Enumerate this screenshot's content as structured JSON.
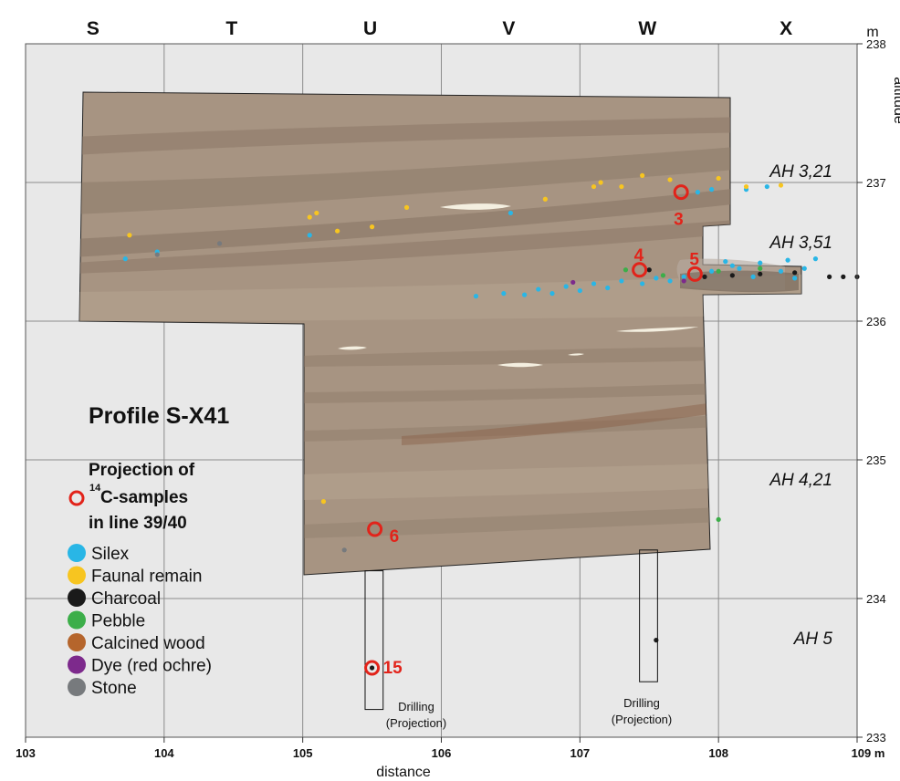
{
  "title": "Profile S-X41",
  "projection": {
    "line1": "Projection of",
    "sup": "14",
    "line2": "C-samples",
    "line3": "in line 39/40",
    "marker_color": "#e2231a"
  },
  "axes": {
    "x_label": "distance",
    "y_label": "altitude",
    "x_unit": "m",
    "y_unit": "m",
    "x_range": [
      103,
      109
    ],
    "y_range": [
      233,
      238
    ],
    "x_ticks": [
      "103",
      "104",
      "105",
      "106",
      "107",
      "108",
      "109 m"
    ],
    "y_ticks": [
      "233",
      "234",
      "235",
      "236",
      "237",
      "238"
    ],
    "grid": true
  },
  "columns": [
    "S",
    "T",
    "U",
    "V",
    "W",
    "X"
  ],
  "layers": [
    "AH 3,21",
    "AH 3,51",
    "AH 4,21",
    "AH 5"
  ],
  "legend": [
    {
      "label": "Silex",
      "color": "#29b6e6"
    },
    {
      "label": "Faunal remain",
      "color": "#f7c520"
    },
    {
      "label": "Charcoal",
      "color": "#1a1a1a"
    },
    {
      "label": "Pebble",
      "color": "#3cae49"
    },
    {
      "label": "Calcined wood",
      "color": "#b5652c"
    },
    {
      "label": "Dye (red ochre)",
      "color": "#7d2a8c"
    },
    {
      "label": "Stone",
      "color": "#777a7d"
    }
  ],
  "drillings": [
    {
      "label1": "Drilling",
      "label2": "(Projection)"
    },
    {
      "label1": "Drilling",
      "label2": "(Projection)"
    }
  ],
  "samples": [
    {
      "id": "3",
      "x": 107.73,
      "y": 236.93
    },
    {
      "id": "4",
      "x": 107.43,
      "y": 236.37
    },
    {
      "id": "5",
      "x": 107.83,
      "y": 236.34
    },
    {
      "id": "6",
      "x": 105.52,
      "y": 234.5
    },
    {
      "id": "15",
      "x": 105.5,
      "y": 233.5
    }
  ],
  "colors": {
    "sediment": "#a79482",
    "band_dark": "#8d7a69",
    "band_light": "#bfae9c",
    "background": "#e8e8e8",
    "grid": "#8c8c8c"
  },
  "finds": {
    "silex": [
      [
        103.72,
        236.45
      ],
      [
        103.95,
        236.5
      ],
      [
        105.05,
        236.62
      ],
      [
        106.5,
        236.78
      ],
      [
        106.25,
        236.18
      ],
      [
        106.45,
        236.2
      ],
      [
        106.7,
        236.23
      ],
      [
        106.9,
        236.25
      ],
      [
        107.1,
        236.27
      ],
      [
        107.3,
        236.29
      ],
      [
        107.55,
        236.31
      ],
      [
        107.75,
        236.32
      ],
      [
        107.95,
        236.36
      ],
      [
        108.1,
        236.4
      ],
      [
        108.3,
        236.42
      ],
      [
        108.5,
        236.44
      ],
      [
        108.7,
        236.45
      ],
      [
        107.85,
        236.93
      ],
      [
        107.95,
        236.95
      ],
      [
        108.2,
        236.95
      ],
      [
        108.35,
        236.97
      ],
      [
        108.05,
        236.43
      ],
      [
        108.15,
        236.38
      ],
      [
        108.25,
        236.32
      ],
      [
        108.45,
        236.36
      ],
      [
        108.55,
        236.31
      ],
      [
        108.62,
        236.38
      ],
      [
        107.65,
        236.29
      ],
      [
        107.45,
        236.27
      ],
      [
        107.2,
        236.24
      ],
      [
        107.0,
        236.22
      ],
      [
        106.8,
        236.2
      ],
      [
        106.6,
        236.19
      ]
    ],
    "faunal": [
      [
        103.75,
        236.62
      ],
      [
        105.05,
        236.75
      ],
      [
        105.1,
        236.78
      ],
      [
        105.25,
        236.65
      ],
      [
        105.5,
        236.68
      ],
      [
        105.75,
        236.82
      ],
      [
        106.75,
        236.88
      ],
      [
        107.1,
        236.97
      ],
      [
        107.15,
        237.0
      ],
      [
        107.3,
        236.97
      ],
      [
        107.45,
        237.05
      ],
      [
        107.65,
        237.02
      ],
      [
        108.0,
        237.03
      ],
      [
        108.2,
        236.97
      ],
      [
        108.45,
        236.98
      ],
      [
        105.15,
        234.7
      ]
    ],
    "charcoal": [
      [
        107.5,
        236.37
      ],
      [
        107.9,
        236.32
      ],
      [
        108.1,
        236.33
      ],
      [
        108.3,
        236.34
      ],
      [
        108.55,
        236.35
      ],
      [
        108.8,
        236.32
      ],
      [
        108.9,
        236.32
      ],
      [
        109.0,
        236.32
      ],
      [
        105.5,
        233.5
      ],
      [
        107.55,
        233.7
      ]
    ],
    "pebble": [
      [
        107.33,
        236.37
      ],
      [
        107.6,
        236.33
      ],
      [
        108.0,
        236.36
      ],
      [
        108.3,
        236.38
      ],
      [
        108.0,
        234.57
      ]
    ],
    "calcined": [],
    "dye": [
      [
        106.95,
        236.28
      ],
      [
        107.75,
        236.29
      ]
    ],
    "stone": [
      [
        104.4,
        236.56
      ],
      [
        103.95,
        236.48
      ],
      [
        105.3,
        234.35
      ]
    ]
  }
}
